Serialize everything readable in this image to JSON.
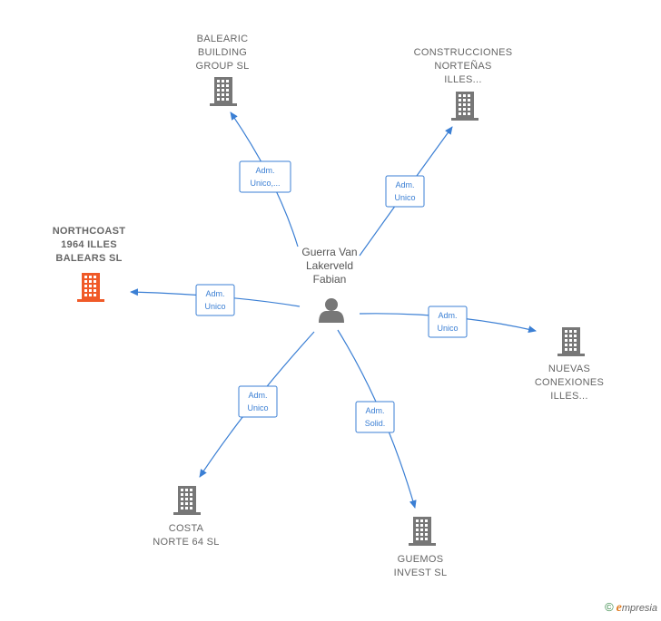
{
  "center": {
    "lines": [
      "Guerra Van",
      "Lakerveld",
      "Fabian"
    ]
  },
  "companies": [
    {
      "id": "balearic",
      "lines": [
        "BALEARIC",
        "BUILDING",
        "GROUP  SL"
      ],
      "highlight": false,
      "role": [
        "Adm.",
        "Unico,..."
      ]
    },
    {
      "id": "construcciones",
      "lines": [
        "CONSTRUCCIONES",
        "NORTEÑAS",
        "ILLES..."
      ],
      "highlight": false,
      "role": [
        "Adm.",
        "Unico"
      ]
    },
    {
      "id": "northcoast",
      "lines": [
        "NORTHCOAST",
        "1964 ILLES",
        "BALEARS  SL"
      ],
      "highlight": true,
      "role": [
        "Adm.",
        "Unico"
      ]
    },
    {
      "id": "nuevas",
      "lines": [
        "NUEVAS",
        "CONEXIONES",
        "ILLES..."
      ],
      "highlight": false,
      "role": [
        "Adm.",
        "Unico"
      ]
    },
    {
      "id": "costa",
      "lines": [
        "COSTA",
        "NORTE 64 SL"
      ],
      "highlight": false,
      "role": [
        "Adm.",
        "Unico"
      ]
    },
    {
      "id": "guemos",
      "lines": [
        "GUEMOS",
        "INVEST  SL"
      ],
      "highlight": false,
      "role": [
        "Adm.",
        "Solid."
      ]
    }
  ],
  "colors": {
    "edge": "#3b7fd4",
    "building": "#777777",
    "building_highlight": "#f05a28",
    "person": "#777777"
  },
  "icons": {
    "company": "building-icon",
    "person": "person-icon"
  },
  "footer": {
    "copyright_symbol": "©",
    "brand_initial": "e",
    "brand_rest": "mpresia"
  }
}
